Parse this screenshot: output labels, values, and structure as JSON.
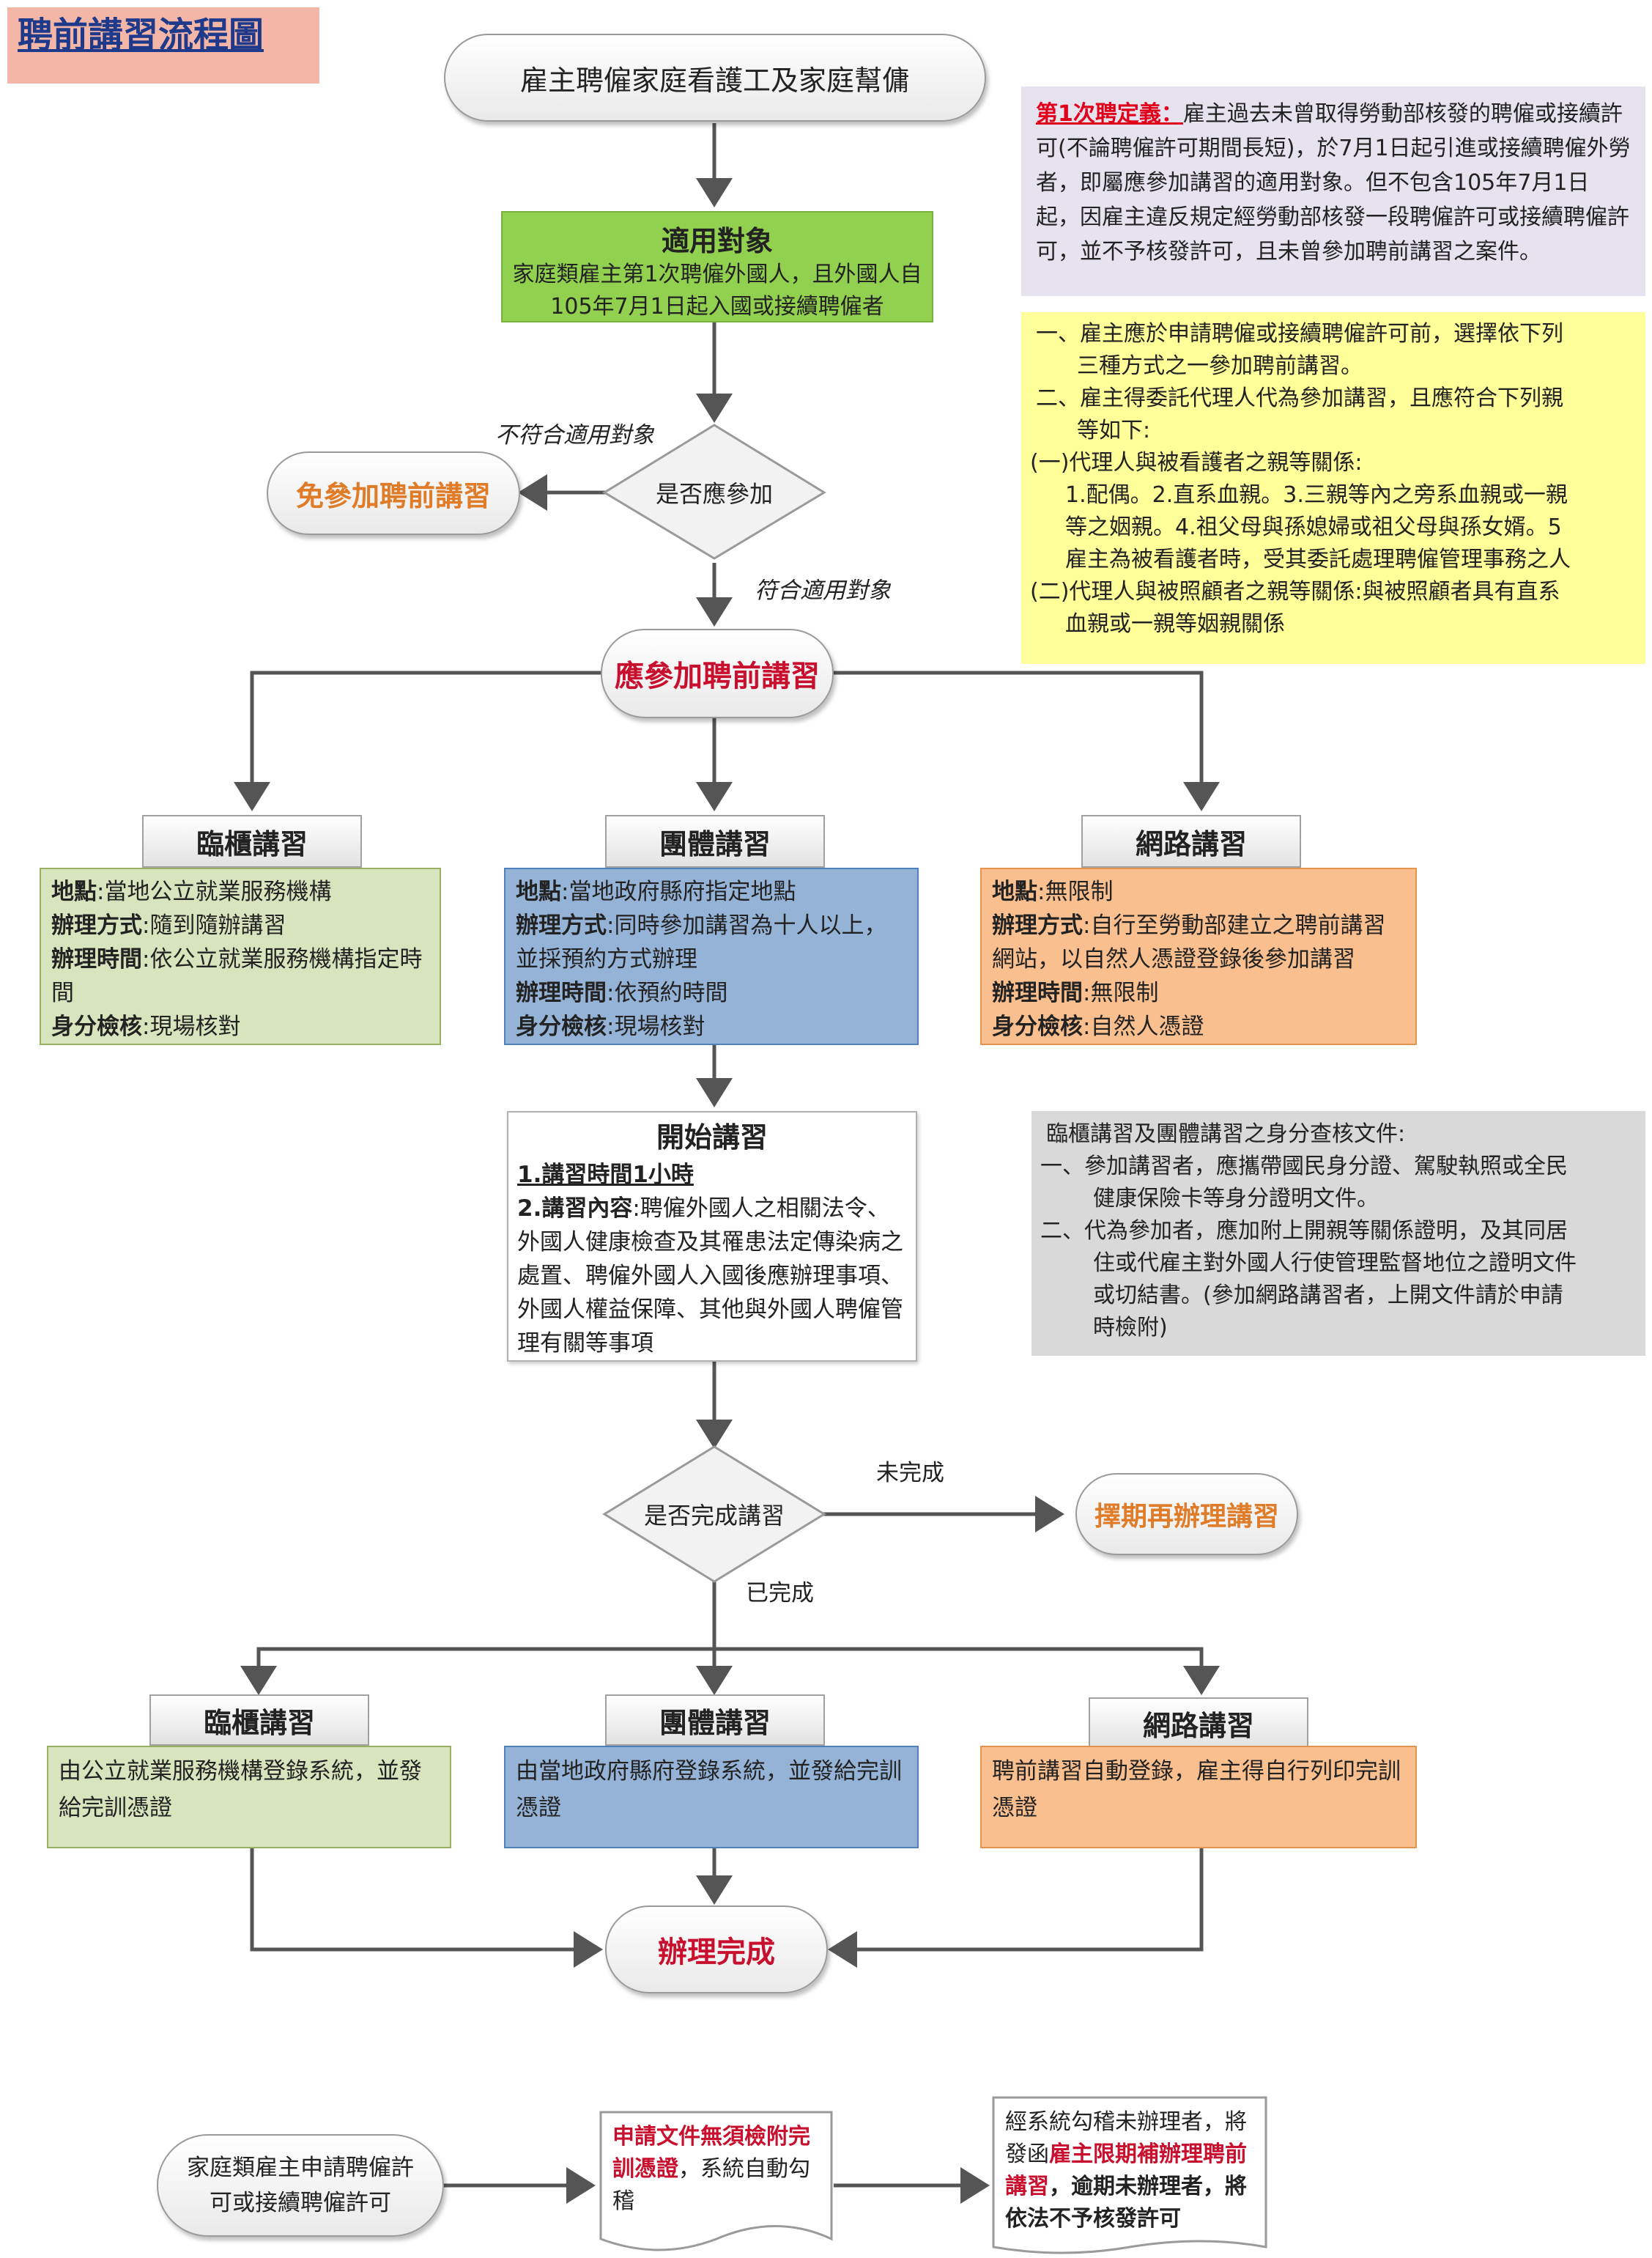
{
  "title": "聘前講習流程圖",
  "start": "雇主聘僱家庭看護工及家庭幫傭",
  "target_group": {
    "heading": "適用對象",
    "body": "家庭類雇主第1次聘僱外國人，且外國人自105年7月1日起入國或接續聘僱者"
  },
  "decision_attend": "是否應參加",
  "edge_not_applicable": "不符合適用對象",
  "edge_applicable": "符合適用對象",
  "exempt": "免參加聘前講習",
  "must_attend": "應參加聘前講習",
  "note_first_hire": {
    "label": "第1次聘定義：",
    "text": "雇主過去未曾取得勞動部核發的聘僱或接續許可(不論聘僱許可期間長短)，於7月1日起引進或接續聘僱外勞者，即屬應參加講習的適用對象。但不包含105年7月1日起，因雇主違反規定經勞動部核發一段聘僱許可或接續聘僱許可，並不予核發許可，且未曾參加聘前講習之案件。"
  },
  "note_agent": {
    "line1": "一、雇主應於申請聘僱或接續聘僱許可前，選擇依下列",
    "line1b": "三種方式之一參加聘前講習。",
    "line2": "二、雇主得委託代理人代為參加講習，且應符合下列親",
    "line2b": "等如下:",
    "line3": "(一)代理人與被看護者之親等關係:",
    "line3a": "1.配偶。2.直系血親。3.三親等內之旁系血親或一親",
    "line3b": "等之姻親。4.祖父母與孫媳婦或祖父母與孫女婿。5",
    "line3c": "雇主為被看護者時，受其委託處理聘僱管理事務之人",
    "line4": "(二)代理人與被照顧者之親等關係:與被照顧者具有直系",
    "line4b": "血親或一親等姻親關係"
  },
  "methods": [
    {
      "name": "臨櫃講習",
      "place_label": "地點",
      "place": ":當地公立就業服務機構",
      "way_label": "辦理方式",
      "way": ":隨到隨辦講習",
      "time_label": "辦理時間",
      "time": ":依公立就業服務機構指定時間",
      "id_label": "身分檢核",
      "id": ":現場核對"
    },
    {
      "name": "團體講習",
      "place_label": "地點",
      "place": ":當地政府縣府指定地點",
      "way_label": "辦理方式",
      "way": ":同時參加講習為十人以上，並採預約方式辦理",
      "time_label": "辦理時間",
      "time": ":依預約時間",
      "id_label": "身分檢核",
      "id": ":現場核對"
    },
    {
      "name": "網路講習",
      "place_label": "地點",
      "place": ":無限制",
      "way_label": "辦理方式",
      "way": ":自行至勞動部建立之聘前講習網站，以自然人憑證登錄後參加講習",
      "time_label": "辦理時間",
      "time": ":無限制",
      "id_label": "身分檢核",
      "id": ":自然人憑證"
    }
  ],
  "start_session": {
    "heading": "開始講習",
    "item1": "1.講習時間1小時",
    "item2_label": "2.講習內容",
    "item2": ":聘僱外國人之相關法令、外國人健康檢查及其罹患法定傳染病之處置、聘僱外國人入國後應辦理事項、外國人權益保障、其他與外國人聘僱管理有關等事項"
  },
  "note_id_docs": {
    "line1": "臨櫃講習及團體講習之身分查核文件:",
    "line2": "一、參加講習者，應攜帶國民身分證、駕駛執照或全民",
    "line2b": "健康保險卡等身分證明文件。",
    "line3": "二、代為參加者，應加附上開親等關係證明，及其同居",
    "line3b": "住或代雇主對外國人行使管理監督地位之證明文件",
    "line3c": "或切結書。(參加網路講習者，上開文件請於申請",
    "line3d": "時檢附)"
  },
  "decision_complete": "是否完成講習",
  "edge_incomplete": "未完成",
  "edge_complete": "已完成",
  "reschedule": "擇期再辦理講習",
  "completion": [
    {
      "name": "臨櫃講習",
      "text": "由公立就業服務機構登錄系統，並發給完訓憑證"
    },
    {
      "name": "團體講習",
      "text": "由當地政府縣府登錄系統，並發給完訓憑證"
    },
    {
      "name": "網路講習",
      "text": "聘前講習自動登錄，雇主得自行列印完訓憑證"
    }
  ],
  "done": "辦理完成",
  "bottom": {
    "apply": "家庭類雇主申請聘僱許可或接續聘僱許可",
    "doc_red": "申請文件無須檢附完訓憑證",
    "doc_rest": "，系統自動勾稽",
    "final_a": "經系統勾稽未辦理者，將發函",
    "final_red": "雇主限期補辦理聘前講習",
    "final_b": "，逾期未辦理者，將依法不予核發許可"
  },
  "colors": {
    "green": "#92d050",
    "card_green": "#d7e4bd",
    "card_blue": "#95b3d7",
    "card_orange": "#fabf8f",
    "note_yellow": "#ffff99",
    "note_purple": "#e6e3ef",
    "note_gray": "#d9d9d9",
    "accent_red": "#c8102e",
    "accent_orange": "#e07b28"
  }
}
